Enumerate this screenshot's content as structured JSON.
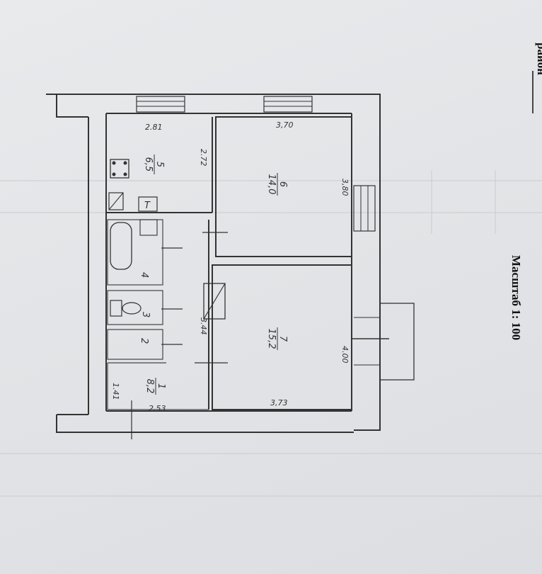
{
  "header": {
    "edge_text": "район",
    "scale_text": "Масштаб 1: 100"
  },
  "rooms": [
    {
      "id": "1",
      "number": "1",
      "area": "8,2"
    },
    {
      "id": "2",
      "number": "2",
      "area": ""
    },
    {
      "id": "3",
      "number": "3",
      "area": ""
    },
    {
      "id": "4",
      "number": "4",
      "area": ""
    },
    {
      "id": "5",
      "number": "5",
      "area": "6,5"
    },
    {
      "id": "6",
      "number": "6",
      "area": "14,0"
    },
    {
      "id": "7",
      "number": "7",
      "area": "15,2"
    }
  ],
  "dimensions": {
    "kitchen_top": "2.81",
    "kitchen_side": "2.72",
    "room6_top": "3,70",
    "room6_side": "3,80",
    "corridor": "3.44",
    "room7_side": "4.00",
    "room7_bottom": "3,73",
    "hall_bottom": "2.53",
    "hall_side": "1.41"
  },
  "fixtures": {
    "boiler_label": "Т"
  }
}
